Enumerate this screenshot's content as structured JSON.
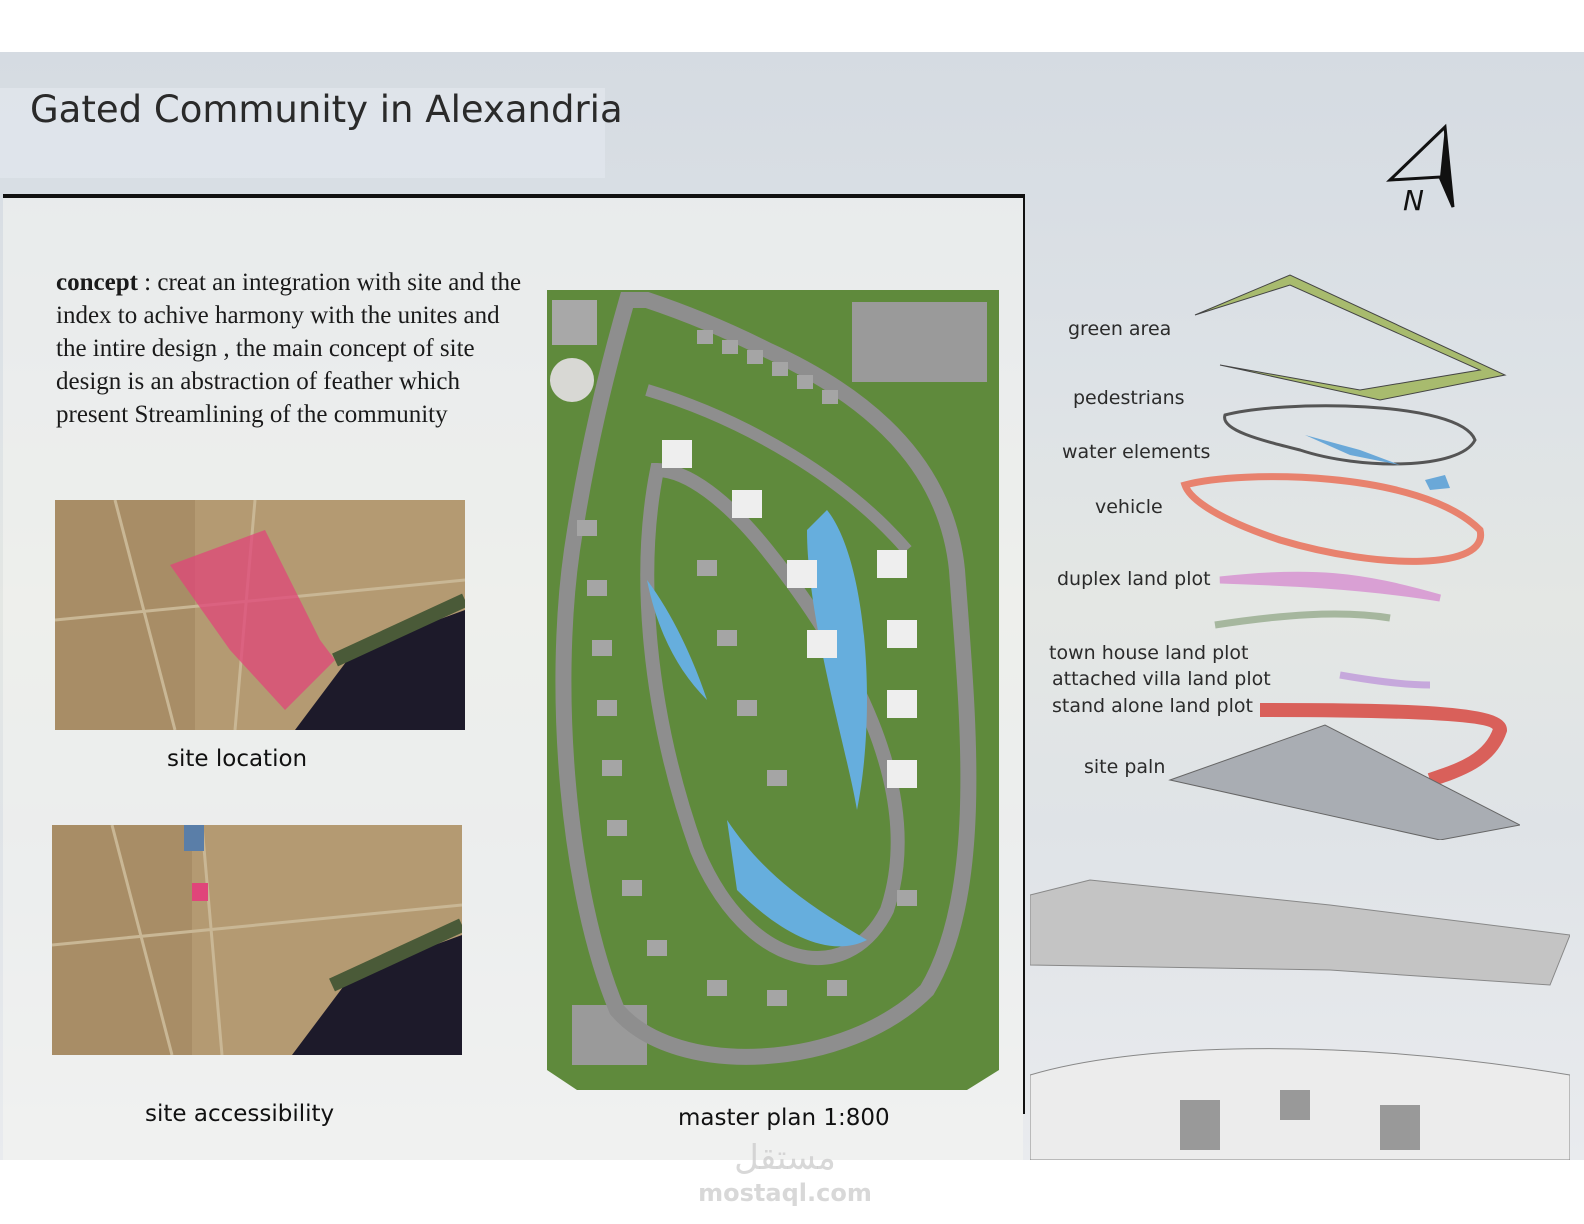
{
  "title": "Gated Community in Alexandria",
  "concept": {
    "label": "concept",
    "text": " : creat an integration  with site and the index to achive harmony with the unites and the intire design , the main concept of site design is an abstraction of feather which present Streamlining of the community"
  },
  "captions": {
    "site_location": "site location",
    "site_accessibility": "site accessibility",
    "master_plan": "master plan 1:800"
  },
  "north_arrow": {
    "label": "N"
  },
  "layers": [
    "green area",
    "pedestrians",
    "water elements",
    "vehicle",
    "duplex land plot",
    "town house land plot",
    "attached villa land plot",
    "stand alone land plot",
    "site paln"
  ],
  "colors": {
    "site_highlight": "#e0457a",
    "green_layer": "#a8bb6e",
    "water": "#6aa8d8",
    "vehicle": "#e8826e",
    "duplex": "#d9a0d4",
    "standalone": "#d9605a",
    "grass": "#5f8a3c"
  },
  "watermark": {
    "arabic": "مستقل",
    "site": "mostaql.com"
  }
}
